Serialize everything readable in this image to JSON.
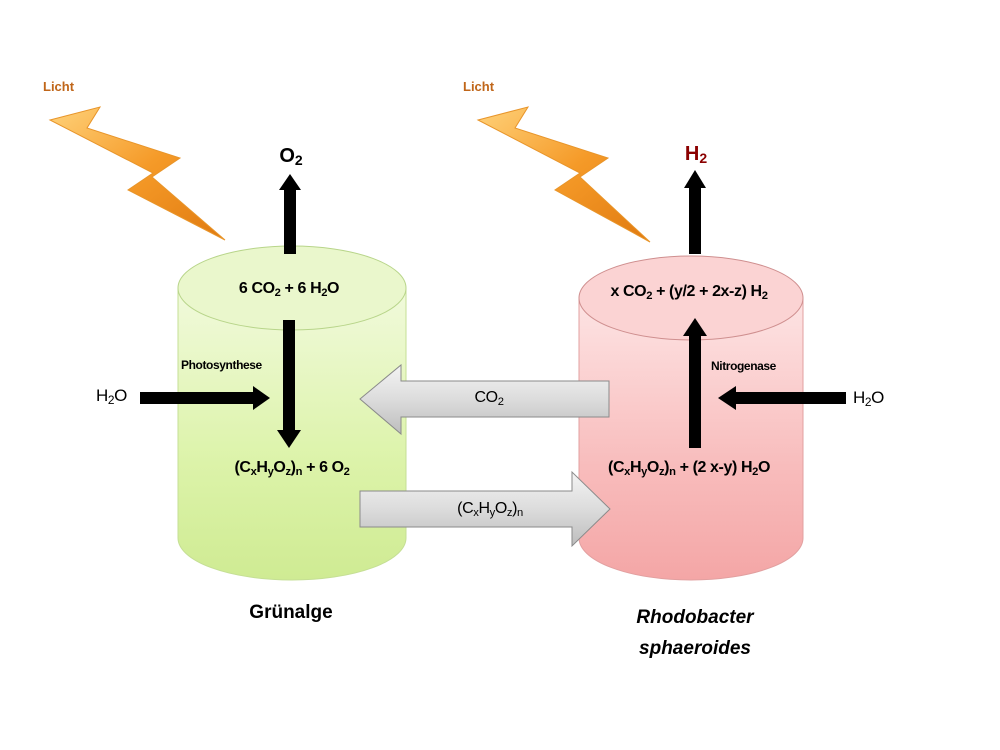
{
  "light": {
    "left_label": "Licht",
    "right_label": "Licht"
  },
  "left_tank": {
    "output": {
      "symbol": "O",
      "sub": "2"
    },
    "top_equation": {
      "p1": "6 CO",
      "s1": "2",
      "p2": " + 6 H",
      "s2": "2",
      "p3": "O"
    },
    "process_label": "Photosynthese",
    "input": {
      "p1": "H",
      "s1": "2",
      "p2": "O"
    },
    "bottom_equation": {
      "p1": "(C",
      "s1": "x",
      "p2": "H",
      "s2": "y",
      "p3": "O",
      "s3": "z",
      "p4": ")",
      "s4": "n",
      "p5": " + 6 O",
      "s5": "2"
    },
    "caption": "Grünalge",
    "color": "#dff3b4"
  },
  "right_tank": {
    "output": {
      "symbol": "H",
      "sub": "2",
      "color": "#8b0000"
    },
    "top_equation": {
      "p1": "x CO",
      "s1": "2",
      "p2": " + (y/2 + 2x-z) H",
      "s2": "2"
    },
    "process_label": "Nitrogenase",
    "input": {
      "p1": "H",
      "s1": "2",
      "p2": "O"
    },
    "bottom_equation": {
      "p1": "(C",
      "s1": "x",
      "p2": "H",
      "s2": "y",
      "p3": "O",
      "s3": "z",
      "p4": ")",
      "s4": "n",
      "p5": " + (2 x-y) H",
      "s5": "2",
      "p6": "O"
    },
    "caption_line1": "Rhodobacter",
    "caption_line2": "sphaeroides",
    "color": "#f7b4b4"
  },
  "transfer": {
    "co2": {
      "p1": "CO",
      "s1": "2"
    },
    "carbohydrate": {
      "p1": "(C",
      "s1": "x",
      "p2": "H",
      "s2": "y",
      "p3": "O",
      "s3": "z",
      "p4": ")",
      "s4": "n"
    }
  }
}
